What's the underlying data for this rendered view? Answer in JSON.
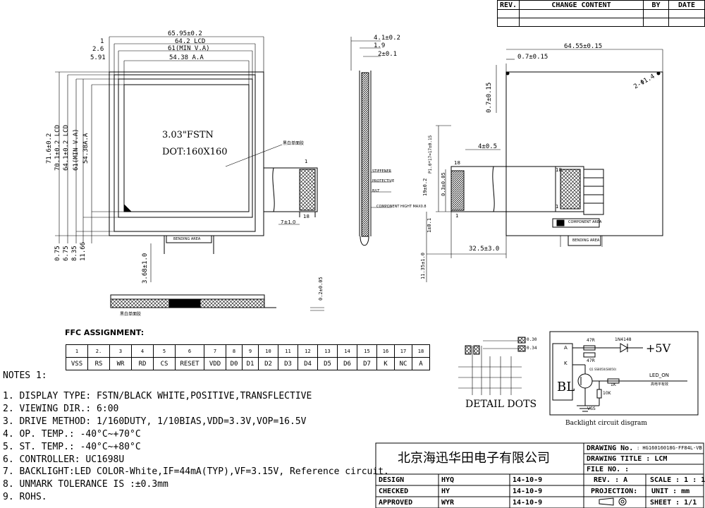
{
  "revision_table": {
    "headers": [
      "REV.",
      "CHANGE CONTENT",
      "BY",
      "DATE"
    ]
  },
  "front_view": {
    "dims_top": [
      "65.95±0.2",
      "64.2 LCD",
      "61(MIN V.A)",
      "54.38 A.A",
      "1",
      "2.6",
      "5.91"
    ],
    "dims_left": [
      "71.6±0.2",
      "70.1±0.2 LCD",
      "64.1±0.2 LCD",
      "61(MIN V.A)",
      "54.38A.A"
    ],
    "dims_bottom": [
      "0.75",
      "6.75",
      "8.35",
      "11.66"
    ],
    "display_type": "3.03\"FSTN",
    "dot_text": "DOT:160X160",
    "polarizer_label": "黑白单面胶",
    "bending_area": "BENDING AREA",
    "pin_first": "1",
    "pin_last": "18",
    "fpc_pitch": "7±1.0",
    "fpc_dim": "3.68±1.0"
  },
  "side_view": {
    "dims": [
      "4.1±0.2",
      "1.9",
      "2±0.1"
    ],
    "callouts": [
      "STIFFENER",
      "PROTECTIVE",
      "B/LT",
      "COMPONENT HIGHT MAX0.8"
    ]
  },
  "bottom_view": {
    "label": "黑白单面胶",
    "dim": "0.2±0.05"
  },
  "rear_view": {
    "dims": [
      "64.55±0.15",
      "0.7±0.15",
      "0.7±0.15",
      "2-Φ1.4",
      "4±0.5",
      "P1.0*17=17±0.15",
      "19±0.2",
      "0.3±0.05",
      "1±0.1",
      "32.5±3.0",
      "11.35±1.0"
    ],
    "pin_18": "18",
    "pin_1": "1",
    "pin_1_conn": "1",
    "component_area": "COMPONENT AREA",
    "bending_area": "BENDING AREA"
  },
  "ffc": {
    "title": "FFC ASSIGNMENT:",
    "numbers": [
      "1",
      "2.",
      "3",
      "4",
      "5",
      "6",
      "7",
      "8",
      "9",
      "10",
      "11",
      "12",
      "13",
      "14",
      "15",
      "16",
      "17",
      "18"
    ],
    "signals": [
      "VSS",
      "RS",
      "WR",
      "RD",
      "CS",
      "RESET",
      "VDD",
      "D0",
      "D1",
      "D2",
      "D3",
      "D4",
      "D5",
      "D6",
      "D7",
      "K",
      "NC",
      "A"
    ]
  },
  "detail_dots": {
    "label": "DETAIL DOTS",
    "dims": [
      "0.30",
      "0.34"
    ]
  },
  "backlight": {
    "caption": "Backlight circuit disgram",
    "bl": "BL",
    "pin_a": "A",
    "pin_k": "K",
    "r1": "47R",
    "r2": "47R",
    "diode": "1N4148",
    "vplus": "+5V",
    "r3": "1K",
    "r4": "10K",
    "led_on": "LED_ON",
    "led_on_sub": "高电平有效",
    "transistor": "Q1 SS8050(S8050)",
    "vss": "VSS"
  },
  "notes": {
    "title": "NOTES 1:",
    "items": [
      "1. DISPLAY TYPE: FSTN/BLACK WHITE,POSITIVE,TRANSFLECTIVE",
      "2. VIEWING DIR.: 6:00",
      "3. DRIVE METHOD: 1/160DUTY, 1/10BIAS,VDD=3.3V,VOP=16.5V",
      "4. OP. TEMP.: -40°C~+70°C",
      "5. ST. TEMP.: -40°C~+80°C",
      "6. CONTROLLER: UC1698U",
      "7. BACKLIGHT:LED COLOR-White,IF=44mA(TYP),VF=3.15V, Reference circuit.",
      "8. UNMARK TOLERANCE IS :±0.3mm",
      "9. ROHS."
    ]
  },
  "title_block": {
    "company": "北京海迅华田电子有限公司",
    "drawing_no_label": "DRAWING No.",
    "drawing_no": ": HG16016018G-FF84L-VB",
    "drawing_title": "DRAWING TITLE : LCM",
    "file_no": "FILE NO. :",
    "rows": [
      {
        "role": "DESIGN",
        "name": "HYQ",
        "date": "14-10-9"
      },
      {
        "role": "CHECKED",
        "name": "HY",
        "date": "14-10-9"
      },
      {
        "role": "APPROVED",
        "name": "WYR",
        "date": "14-10-9"
      }
    ],
    "rev": "REV. : A",
    "projection": "PROJECTION:",
    "scale": "SCALE : 1 : 1",
    "unit": "UNIT : mm",
    "sheet": "SHEET : 1/1"
  }
}
